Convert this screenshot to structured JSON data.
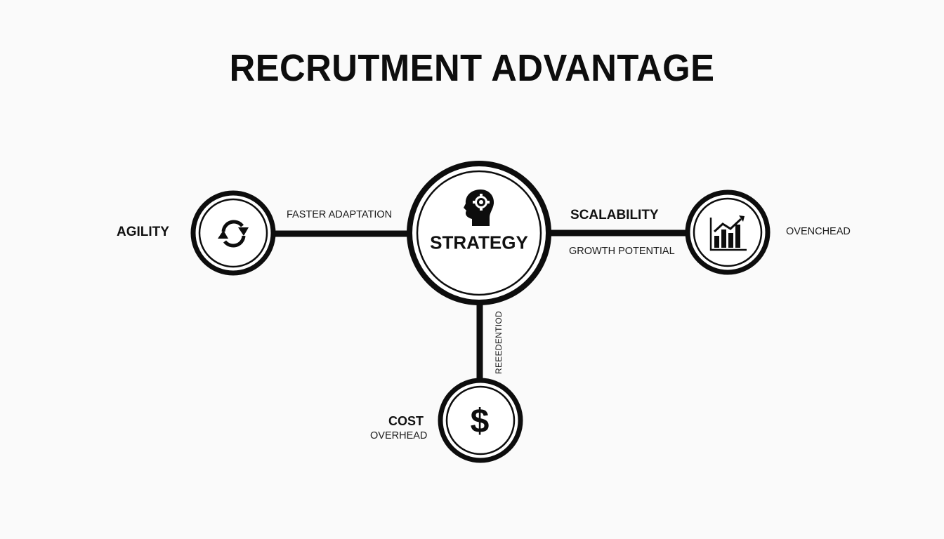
{
  "title": "RECRUTMENT ADVANTAGE",
  "colors": {
    "background": "#fafafa",
    "stroke": "#0d0d0d",
    "fill": "#ffffff"
  },
  "center": {
    "label": "STRATEGY",
    "icon": "head-gear-icon"
  },
  "nodes": [
    {
      "id": "agility",
      "label": "AGILITY",
      "connector_label": "FASTER ADAPTATION",
      "icon": "refresh-cycle-icon"
    },
    {
      "id": "scalability",
      "label": "SCALABILITY",
      "connector_label": "GROWTH POTENTIAL",
      "side_label": "OVENCHEAD",
      "icon": "growth-chart-icon"
    },
    {
      "id": "cost",
      "label": "COST",
      "sub_label": "OVERHEAD",
      "connector_label": "REEEDENTIOD",
      "icon": "dollar-icon"
    }
  ]
}
